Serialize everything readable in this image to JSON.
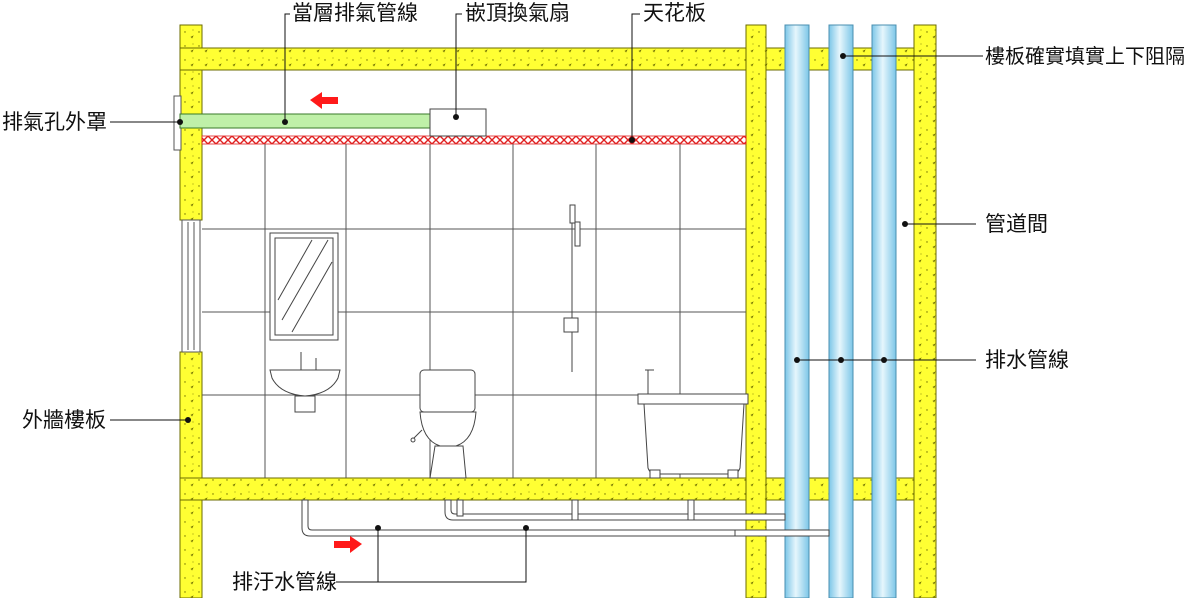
{
  "labels": {
    "exhaust_pipe": "當層排氣管線",
    "ceiling_fan": "嵌頂換氣扇",
    "ceiling": "天花板",
    "slab_fill": "樓板確實填實上下阻隔",
    "vent_cover": "排氣孔外罩",
    "pipe_shaft": "管道間",
    "drain_pipes": "排水管線",
    "exterior_wall": "外牆樓板",
    "sewage_pipe": "排汙水管線"
  },
  "colors": {
    "concrete": "#ffff33",
    "concrete_edge": "#7a7a00",
    "exhaust_pipe": "#bff0a8",
    "ceiling_hatch": "#e02020",
    "flow_arrow": "#ff1a1a",
    "drain_pipe": "#9fd6ee",
    "tile_line": "#555555"
  },
  "icons": {
    "flow_left": "arrow-left-icon",
    "flow_right": "arrow-right-icon"
  }
}
